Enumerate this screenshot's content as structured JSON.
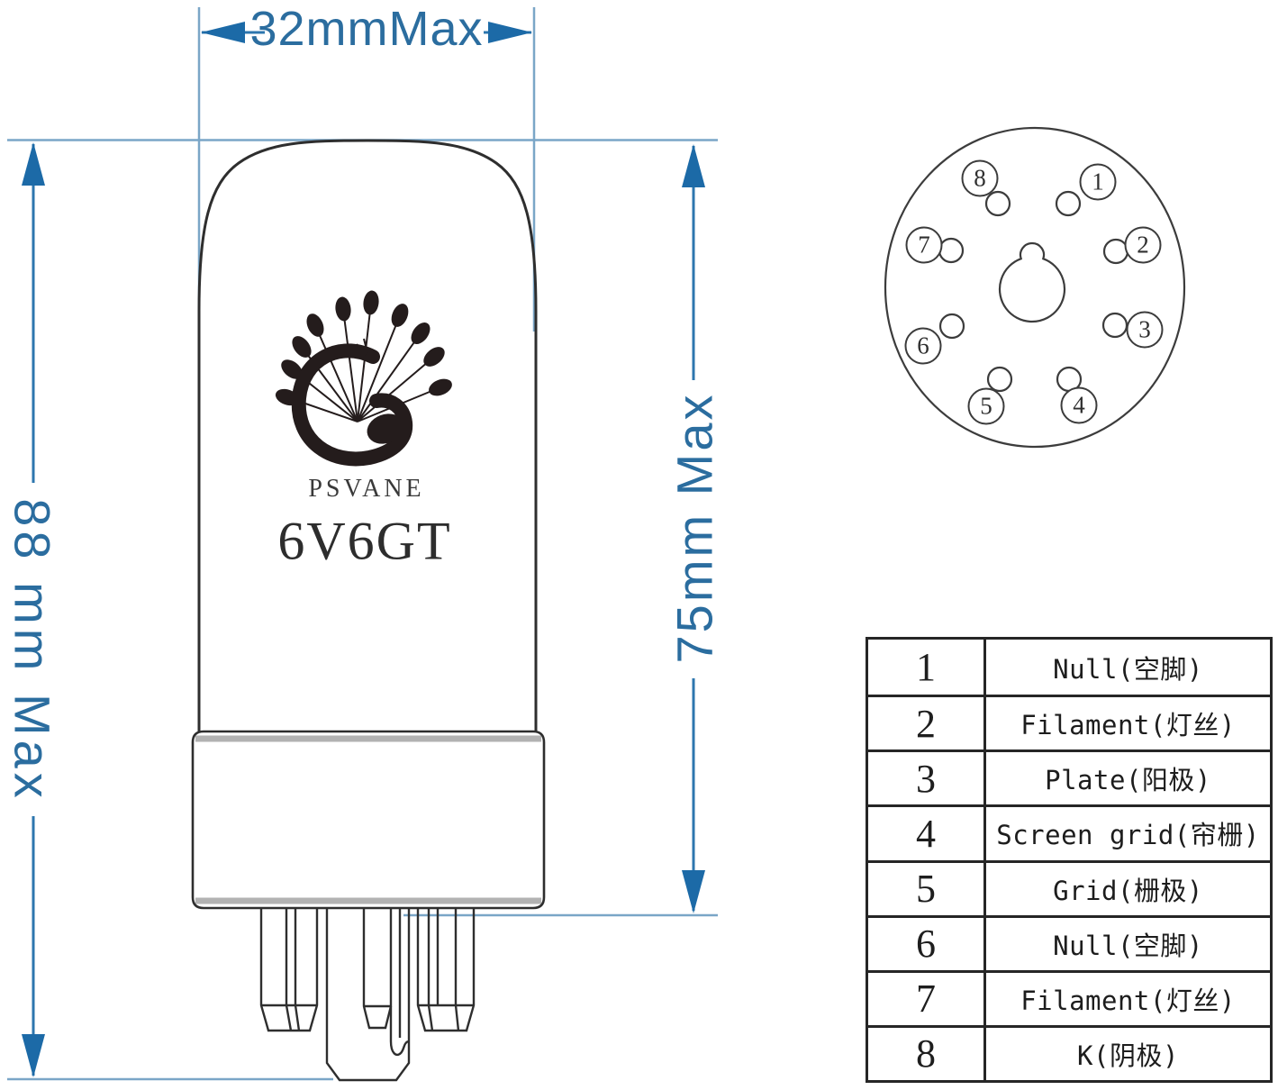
{
  "dimensions": {
    "width_label": "32mmMax",
    "overall_height_label": "88 mm Max",
    "bulb_height_label": "75mm Max"
  },
  "tube": {
    "brand": "PSVANE",
    "model": "6V6GT"
  },
  "socket": {
    "pins": [
      "1",
      "2",
      "3",
      "4",
      "5",
      "6",
      "7",
      "8"
    ]
  },
  "pin_table": {
    "rows": [
      {
        "pin": "1",
        "label": "Null(空脚)"
      },
      {
        "pin": "2",
        "label": "Filament(灯丝)"
      },
      {
        "pin": "3",
        "label": "Plate(阳极)"
      },
      {
        "pin": "4",
        "label": "Screen grid(帘栅)"
      },
      {
        "pin": "5",
        "label": "Grid(栅极)"
      },
      {
        "pin": "6",
        "label": "Null(空脚)"
      },
      {
        "pin": "7",
        "label": "Filament(灯丝)"
      },
      {
        "pin": "8",
        "label": "K(阴极)"
      }
    ]
  },
  "colors": {
    "dimension_blue": "#2b6d9f",
    "extension_blue": "#7aa6c7",
    "arrow_blue": "#1c6aa7",
    "line_dark": "#2e2e2e"
  }
}
